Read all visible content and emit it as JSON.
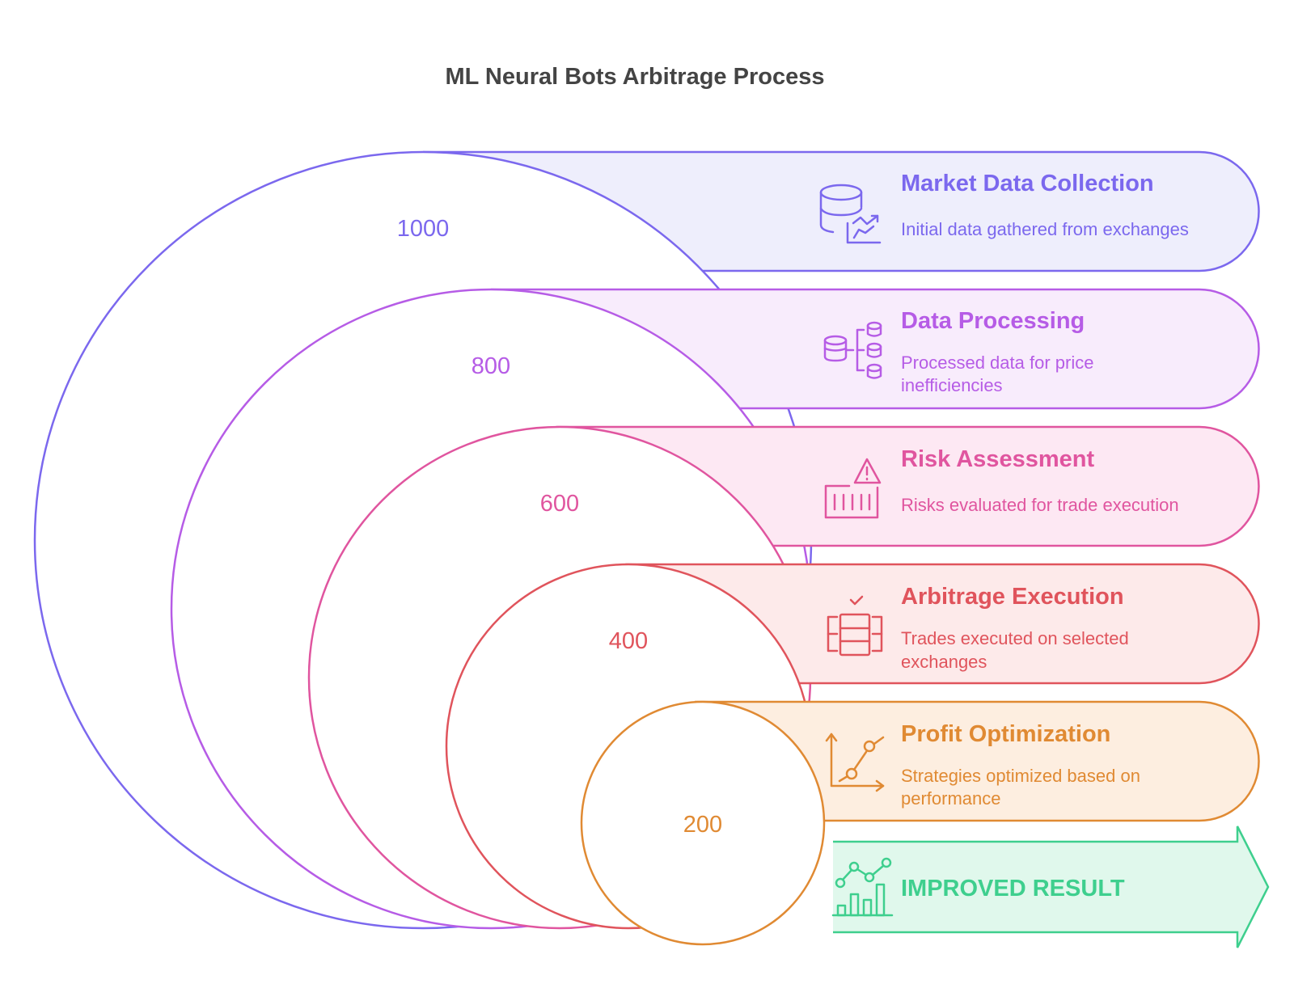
{
  "title": "ML Neural Bots Arbitrage Process",
  "stages": [
    {
      "count": "1000",
      "title": "Market Data Collection",
      "description": [
        "Initial data gathered from exchanges"
      ],
      "icon": "database-chart-icon",
      "color": "#7b68ee",
      "fill": "#eeeefc"
    },
    {
      "count": "800",
      "title": "Data Processing",
      "description": [
        "Processed data for price",
        "inefficiencies"
      ],
      "icon": "data-branch-icon",
      "color": "#b65ce6",
      "fill": "#f8ecfc"
    },
    {
      "count": "600",
      "title": "Risk Assessment",
      "description": [
        "Risks evaluated for trade execution"
      ],
      "icon": "warning-meter-icon",
      "color": "#e0559f",
      "fill": "#fde8f3"
    },
    {
      "count": "400",
      "title": "Arbitrage Execution",
      "description": [
        "Trades executed on selected",
        "exchanges"
      ],
      "icon": "server-check-icon",
      "color": "#e0545c",
      "fill": "#fdeaea"
    },
    {
      "count": "200",
      "title": "Profit Optimization",
      "description": [
        "Strategies optimized based on",
        "performance"
      ],
      "icon": "growth-graph-icon",
      "color": "#e08a33",
      "fill": "#fdeee0"
    }
  ],
  "result": {
    "label": "IMPROVED RESULT",
    "icon": "line-bar-chart-icon",
    "color": "#3ecf8e",
    "fill": "#e0f8ec"
  }
}
